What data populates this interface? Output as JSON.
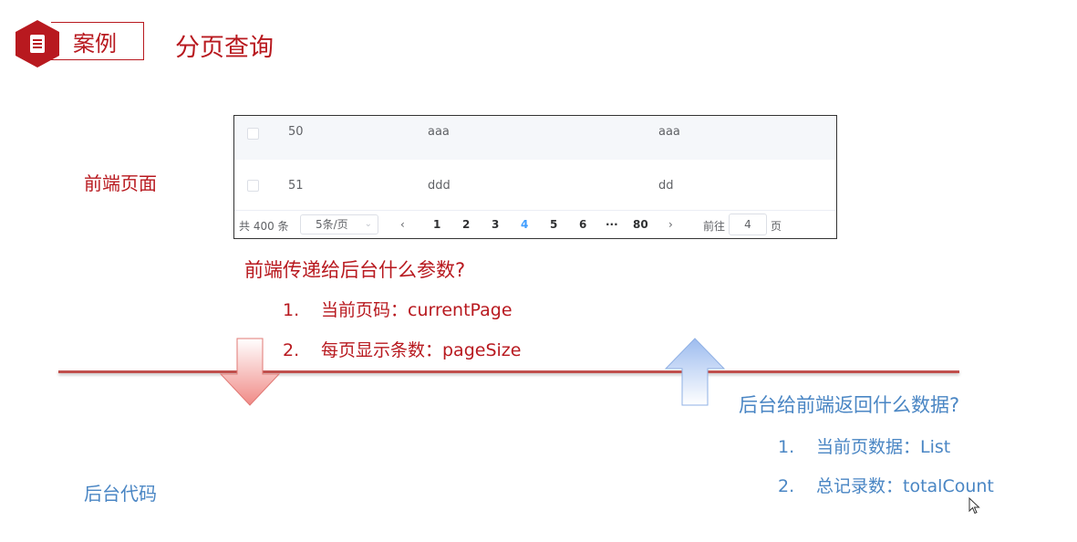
{
  "header": {
    "badge_label": "案例",
    "title": "分页查询"
  },
  "labels": {
    "frontend": "前端页面",
    "backend": "后台代码"
  },
  "table": {
    "rows": [
      {
        "id": "50",
        "col_a": "aaa",
        "col_b": "aaa"
      },
      {
        "id": "51",
        "col_a": "ddd",
        "col_b": "dd"
      }
    ],
    "pager": {
      "total": "共 400 条",
      "page_size": "5条/页",
      "prev": "‹",
      "pages": [
        "1",
        "2",
        "3",
        "4",
        "5",
        "6"
      ],
      "active_page": "4",
      "more": "···",
      "last_page": "80",
      "next": "›",
      "goto_label": "前往",
      "goto_value": "4",
      "page_suffix": "页"
    }
  },
  "frontend_question": {
    "title": "前端传递给后台什么参数?",
    "items": [
      {
        "num": "1.",
        "text": "当前页码：currentPage"
      },
      {
        "num": "2.",
        "text": "每页显示条数：pageSize"
      }
    ]
  },
  "backend_question": {
    "title": "后台给前端返回什么数据?",
    "items": [
      {
        "num": "1.",
        "text": "当前页数据：List"
      },
      {
        "num": "2.",
        "text": "总记录数：totalCount"
      }
    ]
  },
  "colors": {
    "brand_red": "#b8191f",
    "frontend_text": "#b8191f",
    "backend_text": "#4a86c4",
    "divider": "#c0504d",
    "pager_active": "#409eff"
  },
  "icons": {
    "badge": "document-icon",
    "down_arrow": "arrow-down-icon",
    "up_arrow": "arrow-up-icon",
    "cursor": "mouse-cursor-icon"
  }
}
